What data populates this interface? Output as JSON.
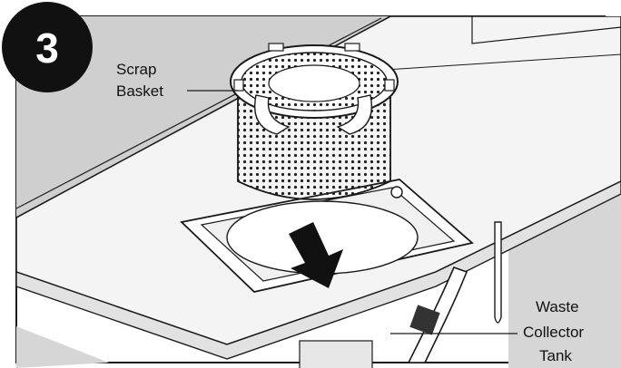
{
  "step": {
    "number": "3"
  },
  "labels": {
    "scrap_basket_line1": "Scrap",
    "scrap_basket_line2": "Basket",
    "waste_line1": "Waste",
    "waste_line2": "Collector",
    "waste_line3": "Tank"
  },
  "colors": {
    "background_wall": "#cfcfcf",
    "counter": "#f4f4f4",
    "outline": "#1a1a1a",
    "badge": "#111111"
  }
}
